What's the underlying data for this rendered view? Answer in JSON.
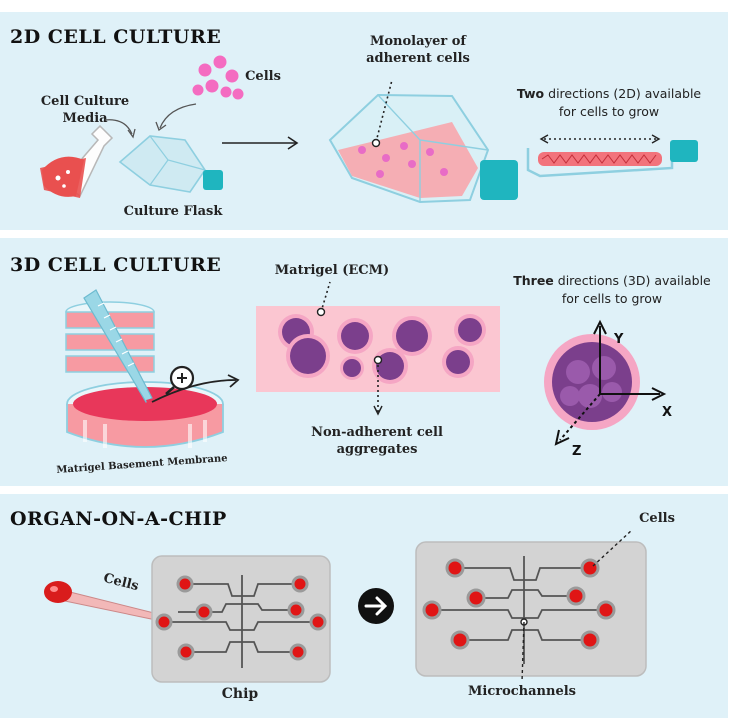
{
  "sections": {
    "culture_2d": {
      "title": "2D CELL CULTURE",
      "media_label": "Cell Culture Media",
      "cells_label": "Cells",
      "flask_label": "Culture Flask",
      "monolayer_label": "Monolayer of adherent cells",
      "directions_strong": "Two",
      "directions_rest": " directions (2D) available for cells to grow"
    },
    "culture_3d": {
      "title": "3D CELL CULTURE",
      "matrigel_label": "Matrigel (ECM)",
      "membrane_label": "Matrigel Basement Membrane",
      "aggregates_label": "Non-adherent cell aggregates",
      "directions_strong": "Three",
      "directions_rest": " directions (3D) available for cells to grow",
      "axis_y": "Y",
      "axis_x": "X",
      "axis_z": "Z"
    },
    "organ_chip": {
      "title": "ORGAN-ON-A-CHIP",
      "dropper_cells_label": "Cells",
      "chip_label": "Chip",
      "cells_label": "Cells",
      "microchannels_label": "Microchannels"
    }
  },
  "colors": {
    "panel": "#dff1f8",
    "flask": "#8ecfe0",
    "cap": "#1fb5bf",
    "medium": "#f7a6ad",
    "cell": "#7b3f8c",
    "chip": "#d3d3d3",
    "red_dot": "#e01515"
  }
}
